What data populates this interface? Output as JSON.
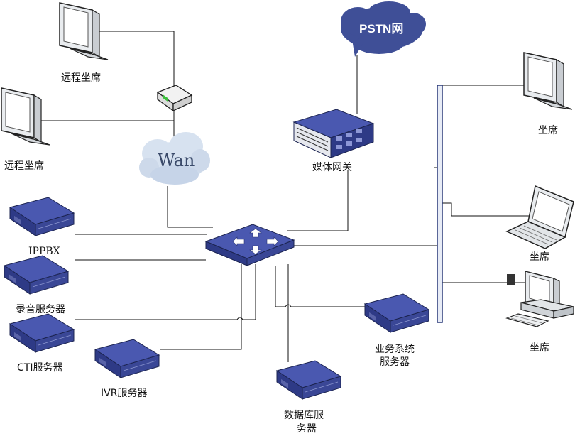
{
  "labels": {
    "remote_seat_1": "远程坐席",
    "remote_seat_2": "远程坐席",
    "wan": "Wan",
    "pstn": "PSTN网",
    "media_gateway": "媒体网关",
    "seat_1": "坐席",
    "seat_2": "坐席",
    "seat_3": "坐席",
    "ippbx": "IPPBX",
    "recording_server": "录音服务器",
    "cti_server": "CTI服务器",
    "ivr_server": "IVR服务器",
    "business_server_line1": "业务系统",
    "business_server_line2": "服务器",
    "database_server_line1": "数据库服",
    "database_server_line2": "务器"
  },
  "colors": {
    "server_blue": "#3c4a9a",
    "cloud_pstn": "#3f4f97",
    "cloud_wan": "#c8d8ea"
  }
}
